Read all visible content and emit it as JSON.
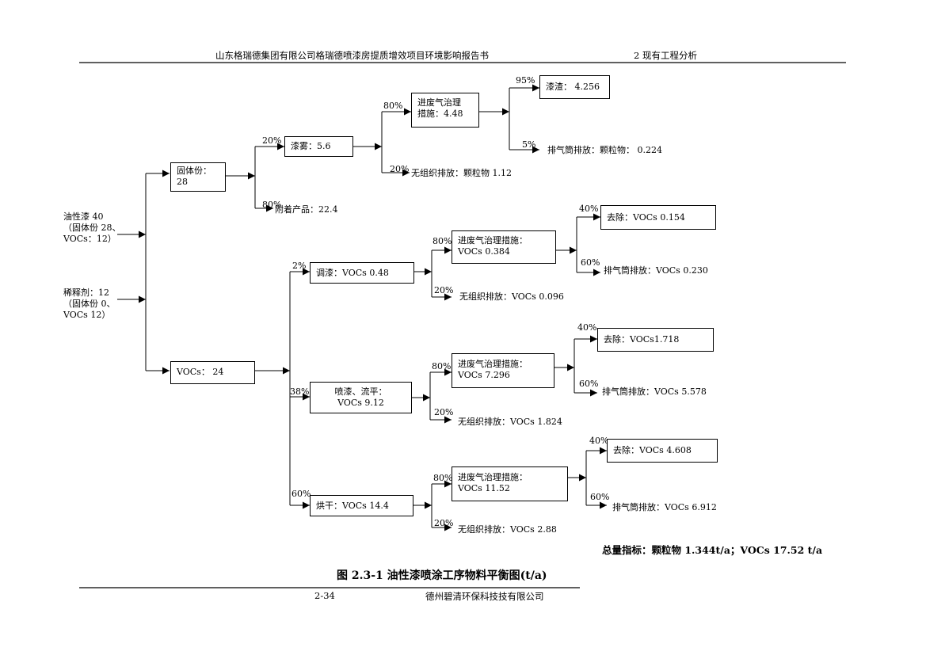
{
  "header": {
    "doc_title": "山东格瑞德集团有限公司格瑞德喷漆房提质增效项目环境影响报告书",
    "section": "2 现有工程分析"
  },
  "inputs": {
    "oil_paint": [
      "油性漆 40",
      "（固体份 28、",
      "VOCs：12）"
    ],
    "thinner": [
      "稀释剂：12",
      "（固体份 0、",
      "VOCs 12）"
    ]
  },
  "nodes": {
    "solid": [
      "固体份：",
      "28"
    ],
    "vocs_total": "VOCs：   24",
    "mist": "漆雾：5.6",
    "attached": "附着产品：22.4",
    "mist_treat": [
      "进废气治理",
      "措施：4.48"
    ],
    "slag": "漆渣：   4.256",
    "mist_stack": "排气筒排放：颗粒物：   0.224",
    "mist_fugitive": "无组织排放：颗粒物  1.12",
    "tune": "调漆：VOCs 0.48",
    "tune_treat": [
      "进废气治理措施：",
      "VOCs    0.384"
    ],
    "tune_remove": "去除：VOCs 0.154",
    "tune_stack": "排气筒排放：VOCs 0.230",
    "tune_fugitive": "无组织排放：VOCs 0.096",
    "spray": [
      "喷漆、流平：",
      "VOCs 9.12"
    ],
    "spray_treat": [
      "进废气治理措施：",
      "VOCs 7.296"
    ],
    "spray_remove": "去除：VOCs1.718",
    "spray_stack": "排气筒排放：VOCs 5.578",
    "spray_fugitive": "无组织排放：VOCs 1.824",
    "dry": "烘干：VOCs 14.4",
    "dry_treat": [
      "进废气治理措施：",
      "VOCs 11.52"
    ],
    "dry_remove": "去除：VOCs 4.608",
    "dry_stack": "排气筒排放：VOCs 6.912",
    "dry_fugitive": "无组织排放：VOCs 2.88"
  },
  "pct": {
    "solid_mist": "20%",
    "solid_attached": "80%",
    "mist_treat": "80%",
    "mist_fugitive": "20%",
    "slag": "95%",
    "mist_stack": "5%",
    "tune": "2%",
    "spray": "38%",
    "dry": "60%",
    "tune_treat": "80%",
    "tune_fugitive": "20%",
    "tune_remove": "40%",
    "tune_stack": "60%",
    "spray_treat": "80%",
    "spray_fugitive": "20%",
    "spray_remove": "40%",
    "spray_stack": "60%",
    "dry_treat": "80%",
    "dry_fugitive": "20%",
    "dry_remove": "40%",
    "dry_stack": "60%"
  },
  "total": "总量指标：颗粒物 1.344t/a；VOCs 17.52 t/a",
  "caption": "图 2.3-1 油性漆喷涂工序物料平衡图(t/a)",
  "footer": {
    "page": "2-34",
    "company": "德州碧清环保科技技有限公司"
  }
}
